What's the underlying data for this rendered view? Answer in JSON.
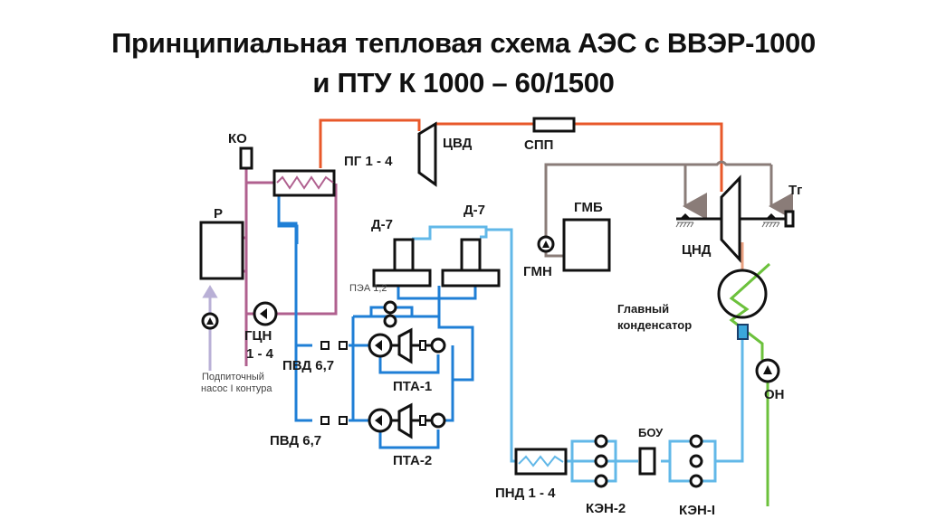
{
  "title": {
    "line1": "Принципиальная  тепловая  схема АЭС с ВВЭР-1000",
    "line2": "и  ПТУ  К 1000 – 60/1500"
  },
  "colors": {
    "primary_loop": "#b0608f",
    "live_steam": "#e8582a",
    "feedwater": "#1f7fd6",
    "condensate": "#62b8e8",
    "extraction": "#8a7c78",
    "cooling_water": "#6cc13c",
    "makeup": "#b9b0d6",
    "equipment": "#111111"
  },
  "labels": {
    "ko": "КО",
    "pg": "ПГ 1 - 4",
    "p": "Р",
    "gcn_1": "ГЦН",
    "gcn_2": "1 - 4",
    "makeup_pump_1": "Подпиточный",
    "makeup_pump_2": "насос I контура",
    "cvd": "ЦВД",
    "spp": "СПП",
    "d7_left": "Д-7",
    "d7_right": "Д-7",
    "gmb": "ГМБ",
    "gmn": "ГМН",
    "cnd": "ЦНД",
    "tg": "Тг",
    "pea": "ПЭА 1,2",
    "pvd_top": "ПВД 6,7",
    "pvd_bottom": "ПВД 6,7",
    "pta1": "ПТА-1",
    "pta2": "ПТА-2",
    "condenser_1": "Главный",
    "condenser_2": "конденсатор",
    "on": "ОН",
    "pnd": "ПНД 1 - 4",
    "ken2": "КЭН-2",
    "boy": "БОУ",
    "ken1": "КЭН-I"
  }
}
